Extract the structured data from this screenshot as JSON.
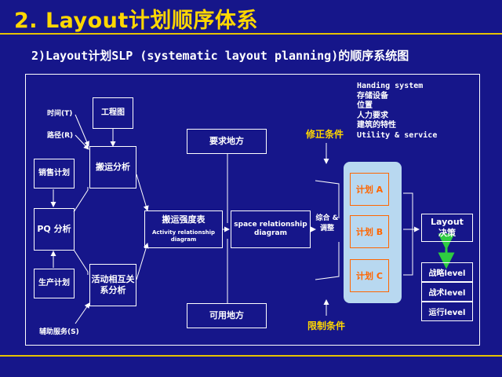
{
  "title": "2. Layout计划顺序体系",
  "subtitle": "2)Layout计划SLP (systematic layout planning)的顺序系统图",
  "inputs": {
    "time": "时间(T)",
    "route": "路径(R)",
    "aux": "辅助服务(S)"
  },
  "boxes": {
    "engineering": "工程图",
    "sales": "销售计划",
    "pq": "PQ 分析",
    "production": "生产计划",
    "handling": "搬运分析",
    "activity": "活动相互关系分析",
    "intensity_cn": "搬运强度表",
    "intensity_en": "Activity relationship diagram",
    "space": "space relationship diagram",
    "required": "要求地方",
    "available": "可用地方",
    "integrate": "综合 & 调整"
  },
  "conditions": {
    "modify": "修正条件",
    "limit": "限制条件"
  },
  "info_list": [
    {
      "text": "Handing system",
      "mono": true
    },
    {
      "text": "存储设备",
      "mono": false
    },
    {
      "text": "位置",
      "mono": false
    },
    {
      "text": "人力要求",
      "mono": false
    },
    {
      "text": "建筑的特性",
      "mono": false
    },
    {
      "text": "Utility & service",
      "mono": true
    }
  ],
  "plans": [
    "计划 A",
    "计划 B",
    "计划 C"
  ],
  "decision": "Layout 决策",
  "levels": [
    "战略level",
    "战术level",
    "运行level"
  ],
  "colors": {
    "background": "#16168a",
    "title": "#ffd700",
    "condition": "#ffd700",
    "plan": "#ff6600",
    "panel": "#b8d8f0",
    "arrow_green": "#2ecc40"
  }
}
